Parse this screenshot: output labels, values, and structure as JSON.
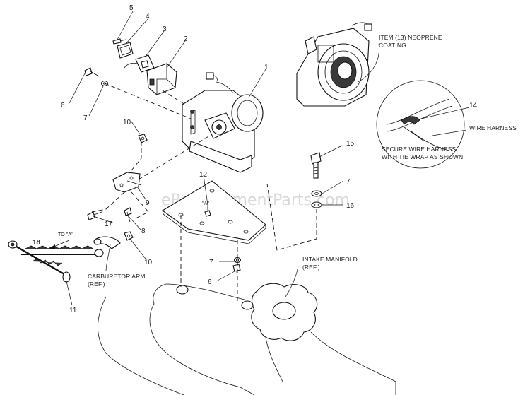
{
  "watermark": "eReplacementParts.com",
  "callouts": {
    "c1": "1",
    "c2": "2",
    "c3": "3",
    "c4": "4",
    "c5": "5",
    "c6a": "6",
    "c6b": "6",
    "c7a": "7",
    "c7b": "7",
    "c7c": "7",
    "c8": "8",
    "c9": "9",
    "c10a": "10",
    "c10b": "10",
    "c11": "11",
    "c12": "12",
    "c14": "14",
    "c15": "15",
    "c16": "16",
    "c17": "17",
    "c18": "18"
  },
  "labels": {
    "item13_line1": "ITEM (13) NEOPRENE",
    "item13_line2": "COATING",
    "wire_harness": "WIRE HARNESS",
    "secure_line1": "SECURE WIRE HARNESS",
    "secure_line2": "WITH TIE WRAP AS SHOWN.",
    "to_a": "TO \"A\"",
    "a_mark": "\"A\"",
    "carb_line1": "CARBURETOR ARM",
    "carb_line2": "(REF.)",
    "intake_line1": "INTAKE MANIFOLD",
    "intake_line2": "(REF.)"
  }
}
